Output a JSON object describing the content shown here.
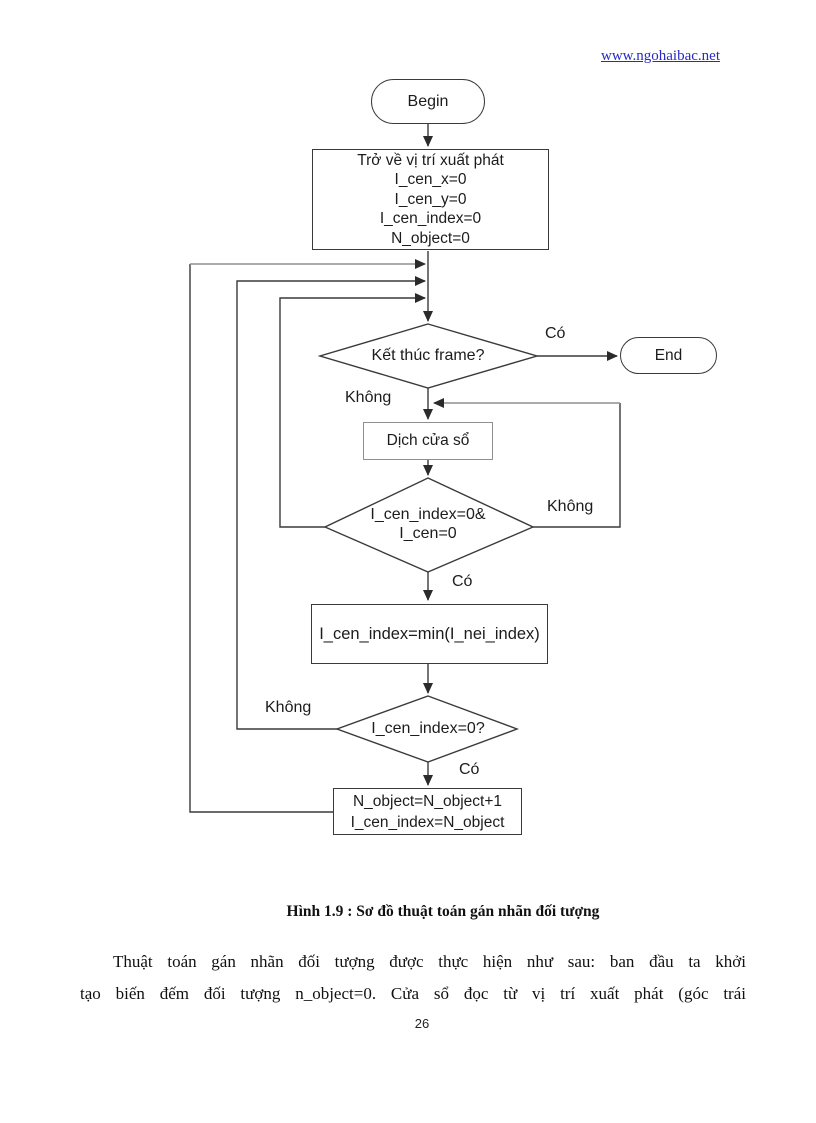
{
  "page": {
    "header_link": "www.ngohaibac.net",
    "figure_caption": "Hình 1.9 : Sơ đồ thuật toán gán nhãn đối tượng",
    "paragraph_lines": [
      "Thuật toán gán nhãn đối tượng được thực hiện như sau: ban đầu ta khởi",
      "tạo biến đếm đối tượng n_object=0. Cửa sổ đọc từ vị trí xuất phát (góc trái"
    ],
    "page_number": "26"
  },
  "flowchart": {
    "nodes": {
      "begin": {
        "label": "Begin"
      },
      "init": {
        "lines": [
          "Trở về vị trí xuất phát",
          "I_cen_x=0",
          "I_cen_y=0",
          "I_cen_index=0",
          "N_object=0"
        ]
      },
      "frame_check": {
        "label": "Kết thúc frame?"
      },
      "end": {
        "label": "End"
      },
      "shift_window": {
        "label": "Dịch cửa sổ"
      },
      "cen_check": {
        "line1": "I_cen_index=0&",
        "line2": "I_cen=0"
      },
      "min_assign": {
        "label": "I_cen_index=min(I_nei_index)"
      },
      "index_check": {
        "label": "I_cen_index=0?"
      },
      "increment": {
        "line1": "N_object=N_object+1",
        "line2": "I_cen_index=N_object"
      }
    },
    "branch_labels": {
      "frame_yes": "Có",
      "frame_no": "Không",
      "cen_no": "Không",
      "cen_yes": "Có",
      "index_no": "Không",
      "index_yes": "Có"
    },
    "colors": {
      "stroke": "#3a3a3a",
      "light_stroke": "#8f8f8f",
      "arrowhead": "#2b2b2b",
      "text": "#1c1c1c",
      "link": "#2929c8"
    }
  }
}
